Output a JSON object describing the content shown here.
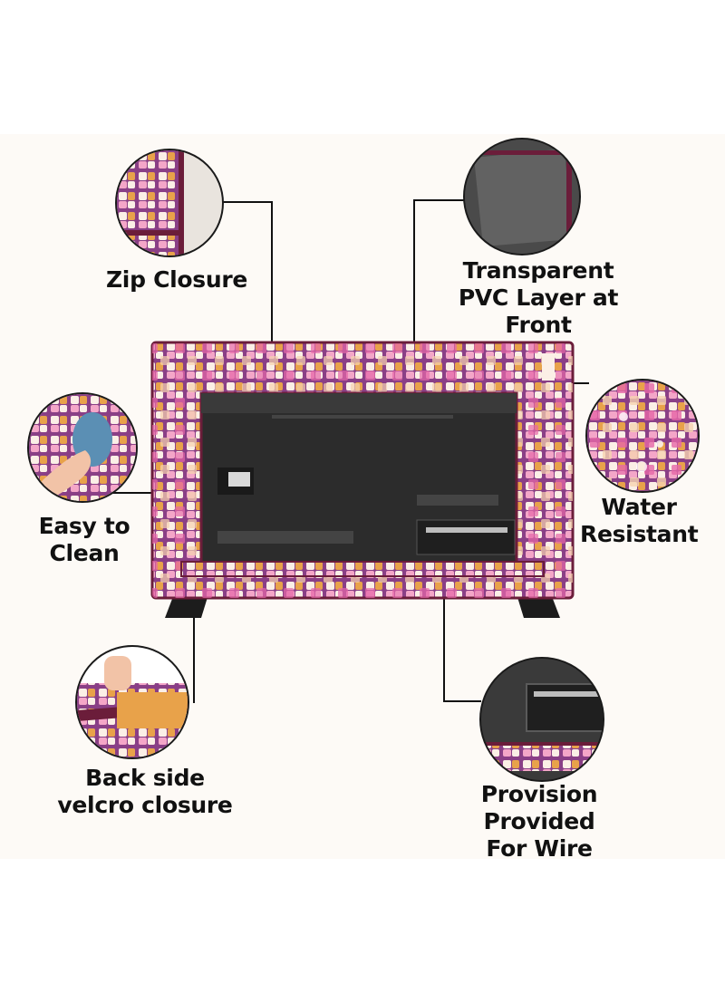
{
  "features": {
    "zip_closure": "Zip Closure",
    "transparent_line1": "Transparent",
    "transparent_line2": "PVC Layer at Front",
    "easy_clean_line1": "Easy to",
    "easy_clean_line2": "Clean",
    "water_line1": "Water",
    "water_line2": "Resistant",
    "velcro_line1": "Back side",
    "velcro_line2": "velcro closure",
    "wire_line1": "Provision Provided",
    "wire_line2": "For Wire"
  },
  "colors": {
    "trim": "#6b1d3a",
    "purple": "#8a3f86",
    "pink": "#f4a6c8",
    "hotpink": "#e667a8",
    "orange": "#e8a24a",
    "cream": "#fbefe6",
    "tv_back": "#2c2c2c"
  }
}
